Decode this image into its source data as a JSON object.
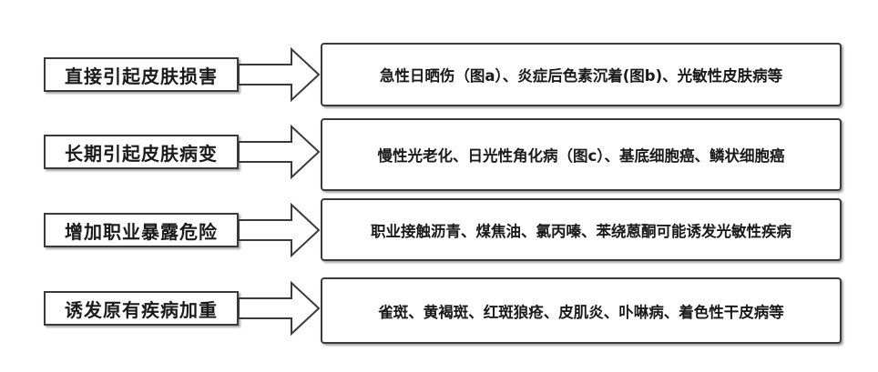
{
  "rows": [
    {
      "label": "直接引起皮肤损害",
      "description": "急性日晒伤（图a）、炎症后色素沉着(图b)、光敏性皮肤病等"
    },
    {
      "label": "长期引起皮肤病变",
      "description": "慢性光老化、日光性角化病（图c）、基底细胞癌、鳞状细胞癌"
    },
    {
      "label": "增加职业暴露危险",
      "description": "职业接触沥青、煤焦油、氯丙嗪、苯绕蒽酮可能诱发光敏性疾病"
    },
    {
      "label": "诱发原有疾病加重",
      "description": "雀斑、黄褐斑、红斑狼疮、皮肌炎、卟啉病、着色性干皮病等"
    }
  ]
}
